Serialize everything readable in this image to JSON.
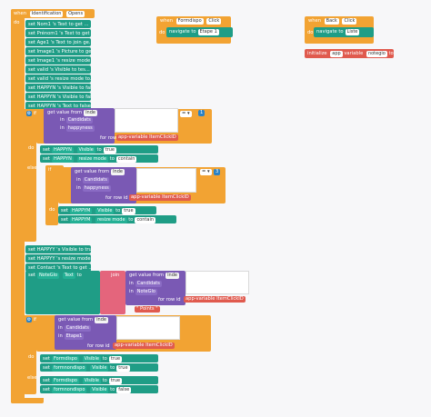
{
  "main_event": {
    "when": "when",
    "component": "Identification",
    "event": "Opens",
    "do": "do"
  },
  "setters": [
    "set Nom1 's Text to get ...",
    "set Prénom1 's Text to get ...",
    "set Age1 's Text to join ge...",
    "set Image1 's Picture to ge...",
    "set Image1 's resize mode t...",
    "set valid 's Visible to tes...",
    "set valid 's resize mode to...",
    "set HAPPYN 's Visible to false",
    "set HAPPYN 's Visible to false",
    "set HAPPYN 's Text to false"
  ],
  "if_block_1": {
    "if": "if",
    "get_value_from": "get value from",
    "var": "Inde",
    "in1": "in",
    "source1": "Candidats",
    "in2": "in",
    "source2": "happyness",
    "for_row_id": "for row id",
    "row_id": "app-variable ItemClickID",
    "equals": "= ▾",
    "number": "1",
    "do": "do",
    "then_rows": [
      {
        "set": "set",
        "comp": "HAPPYN",
        "prop": "Visible",
        "to": "to",
        "val": "true"
      },
      {
        "set": "set",
        "comp": "HAPPYN",
        "prop": "resize mode",
        "to": "to",
        "val": "contain"
      }
    ]
  },
  "if_block_2": {
    "else": "else",
    "if": "if",
    "get_value_from": "get value from",
    "var": "Inde",
    "in1": "in",
    "source1": "Candidats",
    "in2": "in",
    "source2": "happyness",
    "for_row_id": "for row id",
    "row_id": "app-variable ItemClickID",
    "equals": "= ▾",
    "number": "3",
    "do": "do",
    "then_rows": [
      {
        "set": "set",
        "comp": "HAPPYM",
        "prop": "Visible",
        "to": "to",
        "val": "true"
      },
      {
        "set": "set",
        "comp": "HAPPYM",
        "prop": "resize mode",
        "to": "to",
        "val": "contain"
      }
    ]
  },
  "middle_setters": [
    "set HAPPYY 's Visible to true",
    "set HAPPYY 's resize mode t...",
    "set Contact 's Text to get ..."
  ],
  "note_row": {
    "set": "set",
    "comp": "NoteGlo",
    "prop": "Text",
    "to": "to",
    "join": "join",
    "get_value_from": "get value from",
    "var": "Inde",
    "in1": "in",
    "source1": "Candidats",
    "in2": "in",
    "source2": "NoteGlo",
    "for_row_id": "for row id",
    "row_id": "app-variable ItemClickID",
    "suffix": "\" Points \""
  },
  "if_block_3": {
    "if": "if",
    "get_value_from": "get value from",
    "var": "Inde",
    "in1": "in",
    "source1": "Candidats",
    "in2": "in",
    "source2": "Etape1",
    "for_row_id": "for row id",
    "row_id": "app-variable ItemClickID",
    "do": "do",
    "else": "else",
    "then_rows": [
      {
        "set": "set",
        "comp": "Formdispo",
        "prop": "Visible",
        "to": "to",
        "val": "true"
      },
      {
        "set": "set",
        "comp": "formnondispo",
        "prop": "Visible",
        "to": "to",
        "val": "true"
      }
    ],
    "else_rows": [
      {
        "set": "set",
        "comp": "Formdispo",
        "prop": "Visible",
        "to": "to",
        "val": "true"
      },
      {
        "set": "set",
        "comp": "formnondispo",
        "prop": "Visible",
        "to": "to",
        "val": "false"
      }
    ]
  },
  "event_formdispo": {
    "when": "when",
    "component": "Formdispo",
    "event": "Click",
    "do": "do",
    "navigate": "navigate to",
    "target": "Etape 1"
  },
  "event_back": {
    "when": "when",
    "component": "Back",
    "event": "Click",
    "do": "do",
    "navigate": "navigate to",
    "target": "Liste"
  },
  "initialize": {
    "label": "initialize",
    "scope": "app",
    "word": "variable",
    "name": "notegio",
    "to": "to"
  }
}
